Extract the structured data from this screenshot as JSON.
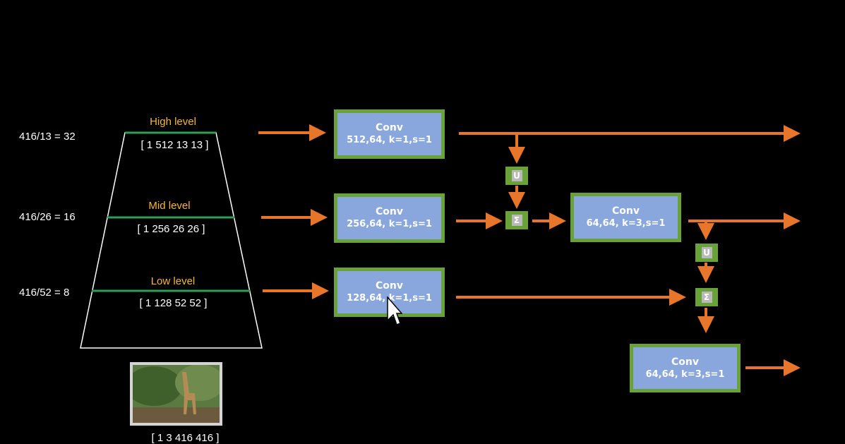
{
  "scales": {
    "high": "416/13 = 32",
    "mid": "416/26 = 16",
    "low": "416/52 = 8"
  },
  "levels": {
    "high": {
      "label": "High level",
      "shape": "[ 1 512 13 13 ]"
    },
    "mid": {
      "label": "Mid level",
      "shape": "[ 1 256 26 26 ]"
    },
    "low": {
      "label": "Low level",
      "shape": "[ 1 128 52 52 ]"
    }
  },
  "input": {
    "shape": "[ 1 3 416 416 ]"
  },
  "convs": {
    "conv1": {
      "title": "Conv",
      "params": "512,64, k=1,s=1"
    },
    "conv2": {
      "title": "Conv",
      "params": "256,64, k=1,s=1"
    },
    "conv3": {
      "title": "Conv",
      "params": "128,64, k=1,s=1"
    },
    "conv4": {
      "title": "Conv",
      "params": "64,64, k=3,s=1"
    },
    "conv5": {
      "title": "Conv",
      "params": "64,64, k=3,s=1"
    }
  },
  "ops": {
    "upsample": "U",
    "sum": "Σ"
  },
  "colors": {
    "arrow": "#e8762a",
    "level_line": "#2e9e5a",
    "level_label": "#f5b82e",
    "conv_fill": "#8aa7dd",
    "conv_border": "#6aa23a"
  }
}
